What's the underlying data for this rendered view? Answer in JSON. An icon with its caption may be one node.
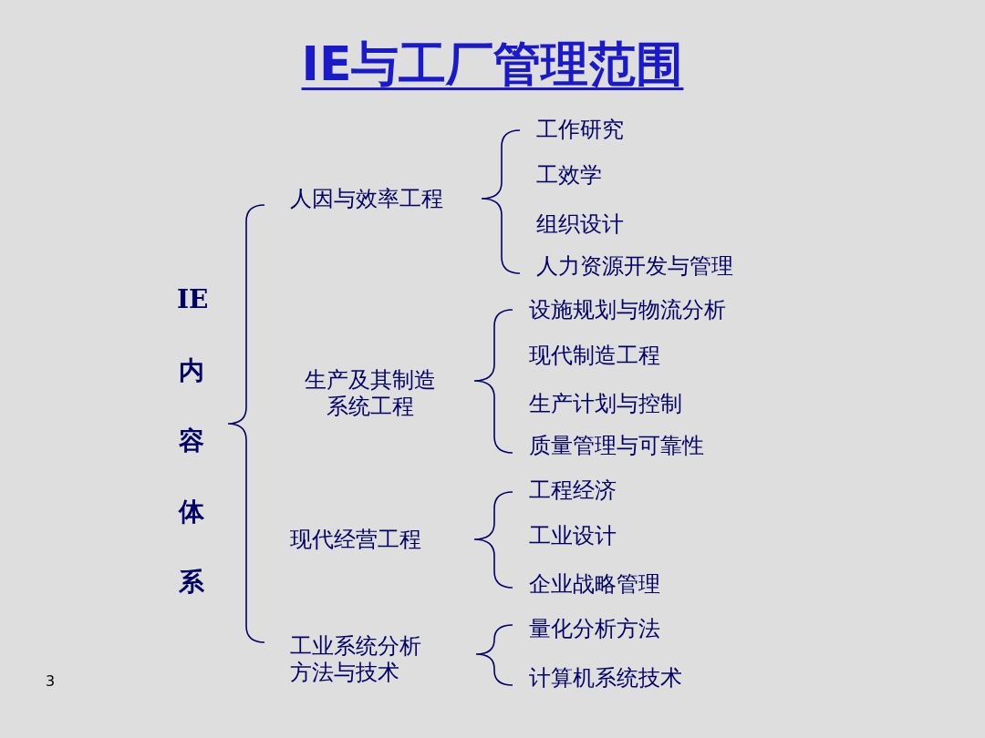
{
  "diagram": {
    "title": "IE与工厂管理范围",
    "labels": [
      "IE内容体系",
      "人因与效率工程",
      "工作研究",
      "工效学",
      "组织设计",
      "人力资源开发与管理",
      "生产及其制造系统工程",
      "设施规划与物流分析",
      "现代制造工程",
      "生产计划与控制",
      "质量管理与可靠性",
      "现代经营工程",
      "工程经济",
      "工业设计",
      "企业战略管理",
      "工业系统分析方法与技术",
      "量化分析方法",
      "计算机系统技术",
      "3"
    ]
  }
}
